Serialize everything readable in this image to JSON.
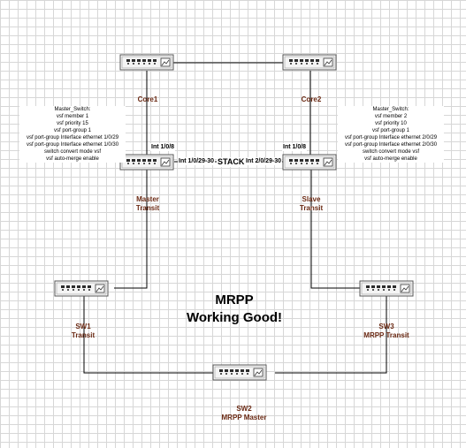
{
  "nodes": {
    "core1": {
      "name": "Core1",
      "role": ""
    },
    "core2": {
      "name": "Core2",
      "role": ""
    },
    "master": {
      "name": "Master",
      "role": "Transit"
    },
    "slave": {
      "name": "Slave",
      "role": "Transit"
    },
    "sw1": {
      "name": "SW1",
      "role": "Transit"
    },
    "sw3": {
      "name": "SW3",
      "role": "MRPP Transit"
    },
    "sw2": {
      "name": "SW2",
      "role": "MRPP Master"
    }
  },
  "ports": {
    "master_uplink": "Int 1/0/8",
    "slave_uplink": "Int 1/0/8",
    "master_stack": "Int 1/0/29-30",
    "slave_stack": "Int 2/0/29-30",
    "stack_link": "STACK"
  },
  "config_master": {
    "lines": [
      "Master_Switch:",
      "vsf member 1",
      "vsf priority 15",
      "vsf port-group 1",
      "vsf port-group Interface ethernet 1/0/29",
      "vsf port-group Interface ethernet 1/0/30",
      "switch convert mode vsf",
      "vsf auto-merge enable"
    ]
  },
  "config_slave": {
    "lines": [
      "Master_Switch:",
      "vsf member 2",
      "vsf priority 10",
      "vsf port-group 1",
      "vsf port-group Interface ethernet 2/0/29",
      "vsf port-group Interface ethernet 2/0/30",
      "switch convert mode vsf",
      "vsf auto-merge enable"
    ]
  },
  "headline": {
    "line1": "MRPP",
    "line2": "Working Good!"
  },
  "icons": {
    "switch": "network-switch-icon"
  }
}
